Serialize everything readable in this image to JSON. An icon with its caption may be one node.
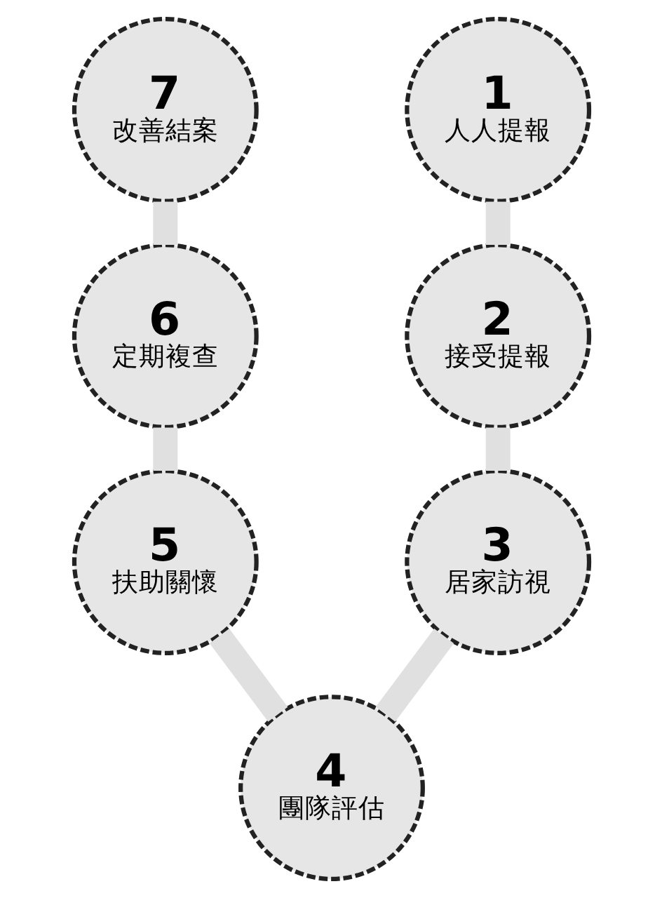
{
  "diagram": {
    "nodes": [
      {
        "text": [
          "1",
          "人人提報"
        ]
      },
      {
        "text": [
          "2",
          "接受提報"
        ]
      },
      {
        "text": [
          "3",
          "居家訪視"
        ]
      },
      {
        "text": [
          "4",
          "團隊評估"
        ]
      },
      {
        "text": [
          "5",
          "扶助關懷"
        ]
      },
      {
        "text": [
          "6",
          "定期複查"
        ]
      },
      {
        "text": [
          "7",
          "改善結案"
        ]
      }
    ],
    "edges": [
      {
        "from": 0,
        "to": 1,
        "arrow": "none"
      },
      {
        "from": 1,
        "to": 2,
        "arrow": "none"
      },
      {
        "from": 2,
        "to": 3,
        "arrow": "none"
      },
      {
        "from": 3,
        "to": 4,
        "arrow": "none"
      },
      {
        "from": 4,
        "to": 5,
        "arrow": "none"
      },
      {
        "from": 5,
        "to": 6,
        "arrow": "none"
      }
    ]
  }
}
